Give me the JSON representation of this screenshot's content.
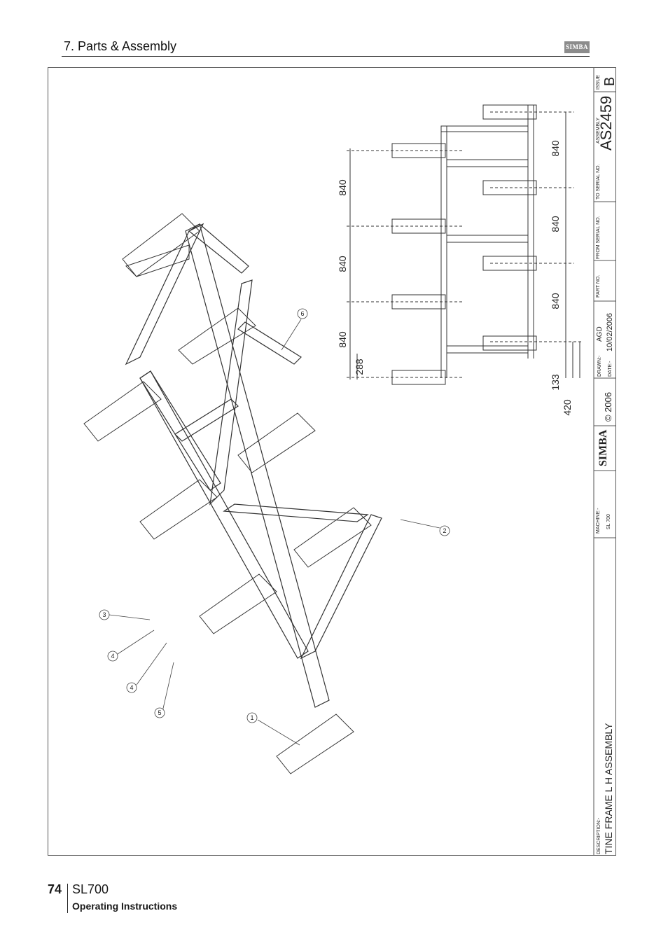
{
  "header": {
    "section_title": "7. Parts & Assembly",
    "logo_text": "SIMBA"
  },
  "title_block": {
    "issue_label": "ISSUE",
    "issue_value": "B",
    "assembly_label": "ASSEMBLY",
    "assembly_value": "AS2459",
    "to_serial_label": "TO SERIAL NO.",
    "from_serial_label": "FROM SERIAL NO.",
    "part_no_label": "PART NO.",
    "drawn_label": "DRAWN:-",
    "drawn_value": "AGD",
    "date_label": "DATE:-",
    "date_value": "10/02/2006",
    "copyright": "© 2006",
    "logo_text": "SIMBA",
    "machine_label": "MACHINE:-",
    "machine_value": "SL 700",
    "description_label": "DESCRIPTION:-",
    "description_value": "TINE FRAME L H ASSEMBLY"
  },
  "dimensions": {
    "top_1": "840",
    "top_2": "840",
    "top_3": "840",
    "offset": "288",
    "bottom_1": "840",
    "bottom_2": "840",
    "bottom_3": "840",
    "bottom_4": "133",
    "bottom_5": "420"
  },
  "callouts": [
    "6",
    "2",
    "3",
    "4",
    "4",
    "5",
    "1"
  ],
  "footer": {
    "page_number": "74",
    "model": "SL700",
    "subtitle": "Operating Instructions"
  }
}
